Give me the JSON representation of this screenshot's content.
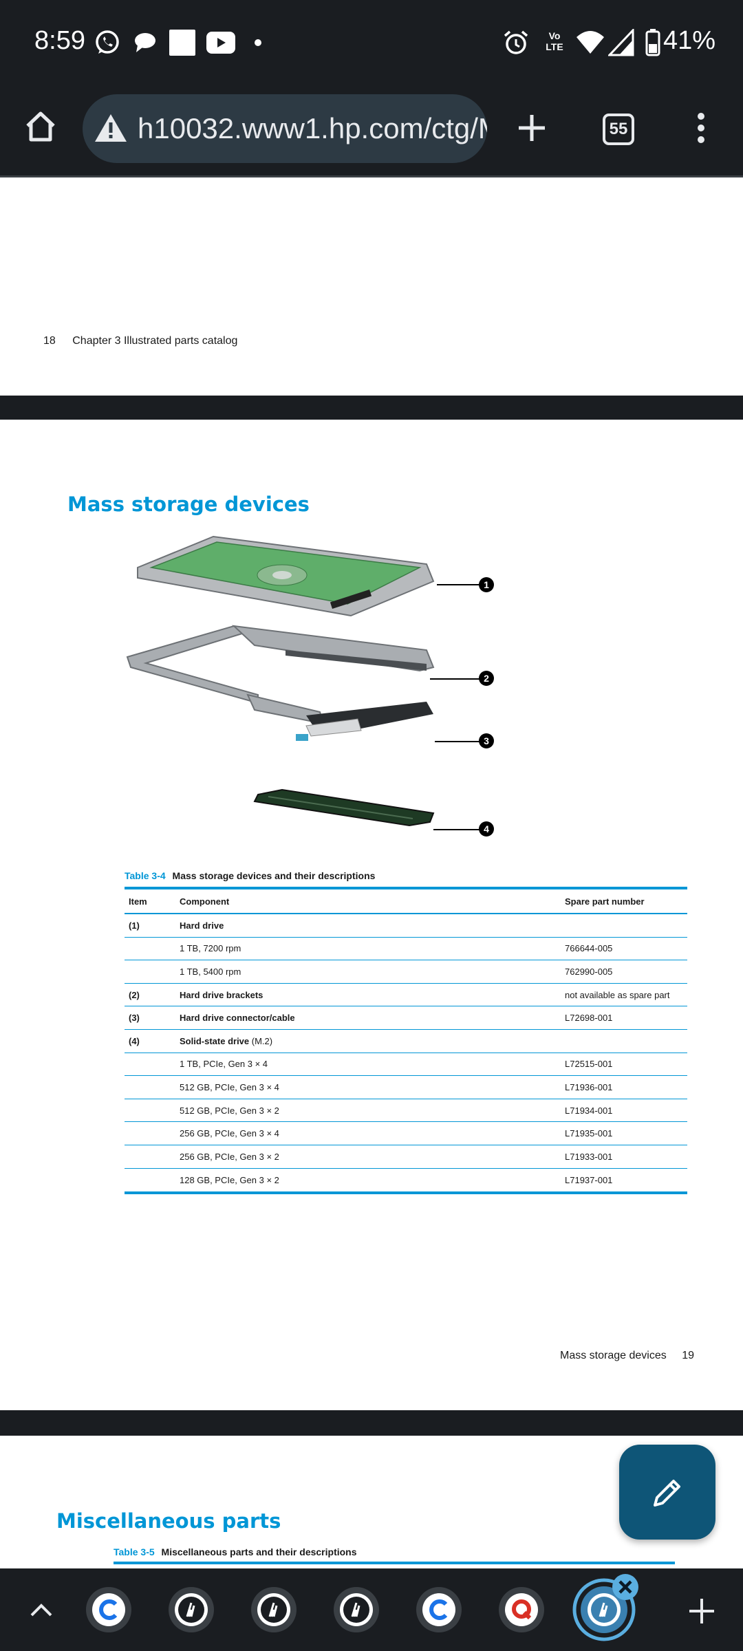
{
  "status_bar": {
    "time": "8:59",
    "battery": "41%",
    "icons": [
      "whatsapp-icon",
      "chat-icon",
      "square-notification-icon",
      "youtube-icon",
      "dot-icon",
      "alarm-icon",
      "volte-icon",
      "wifi-icon",
      "signal-icon",
      "battery-icon"
    ],
    "volte_label": "Vo) LTE"
  },
  "browser": {
    "url": "h10032.www1.hp.com/ctg/M",
    "tab_count": "55",
    "icons": [
      "home-icon",
      "warning-icon",
      "new-tab-icon",
      "tab-switcher-icon",
      "menu-icon"
    ]
  },
  "page_top": {
    "footer_page": "18",
    "footer_text": "Chapter 3  Illustrated parts catalog"
  },
  "mass_storage": {
    "heading": "Mass storage devices",
    "callouts": [
      "1",
      "2",
      "3",
      "4"
    ],
    "table": {
      "number": "Table 3-4",
      "title": "Mass storage devices and their descriptions",
      "headers": [
        "Item",
        "Component",
        "Spare part number"
      ],
      "rows": [
        {
          "item": "(1)",
          "component": "Hard drive",
          "extra": "",
          "part": "",
          "bold": true
        },
        {
          "item": "",
          "component": "1 TB, 7200 rpm",
          "extra": "",
          "part": "766644-005",
          "bold": false
        },
        {
          "item": "",
          "component": "1 TB, 5400 rpm",
          "extra": "",
          "part": "762990-005",
          "bold": false
        },
        {
          "item": "(2)",
          "component": "Hard drive brackets",
          "extra": "",
          "part": "not available as spare part",
          "bold": true
        },
        {
          "item": "(3)",
          "component": "Hard drive connector/cable",
          "extra": "",
          "part": "L72698-001",
          "bold": true
        },
        {
          "item": "(4)",
          "component": "Solid-state drive",
          "extra": " (M.2)",
          "part": "",
          "bold": true
        },
        {
          "item": "",
          "component": "1 TB, PCIe, Gen 3 × 4",
          "extra": "",
          "part": "L72515-001",
          "bold": false
        },
        {
          "item": "",
          "component": "512 GB, PCIe, Gen 3 × 4",
          "extra": "",
          "part": "L71936-001",
          "bold": false
        },
        {
          "item": "",
          "component": "512 GB, PCIe, Gen 3 × 2",
          "extra": "",
          "part": "L71934-001",
          "bold": false
        },
        {
          "item": "",
          "component": "256 GB, PCIe, Gen 3 × 4",
          "extra": "",
          "part": "L71935-001",
          "bold": false
        },
        {
          "item": "",
          "component": "256 GB, PCIe, Gen 3 × 2",
          "extra": "",
          "part": "L71933-001",
          "bold": false
        },
        {
          "item": "",
          "component": "128 GB, PCIe, Gen 3 × 2",
          "extra": "",
          "part": "L71937-001",
          "bold": false
        }
      ]
    },
    "footer_text": "Mass storage devices",
    "footer_page": "19"
  },
  "misc": {
    "heading": "Miscellaneous parts",
    "table_number": "Table 3-5",
    "table_title": "Miscellaneous parts and their descriptions"
  },
  "bottom_tabs": {
    "icons": [
      "chevron-up-icon",
      "c-app-icon",
      "hp-icon",
      "hp-icon",
      "hp-icon",
      "c-app-icon",
      "q-app-icon",
      "hp-icon",
      "close-icon",
      "add-tab-icon"
    ]
  },
  "colors": {
    "accent_blue": "#0096d6",
    "system_bar": "#1a1d21",
    "fab": "#0e5577",
    "url_bar": "#2d3a44"
  }
}
